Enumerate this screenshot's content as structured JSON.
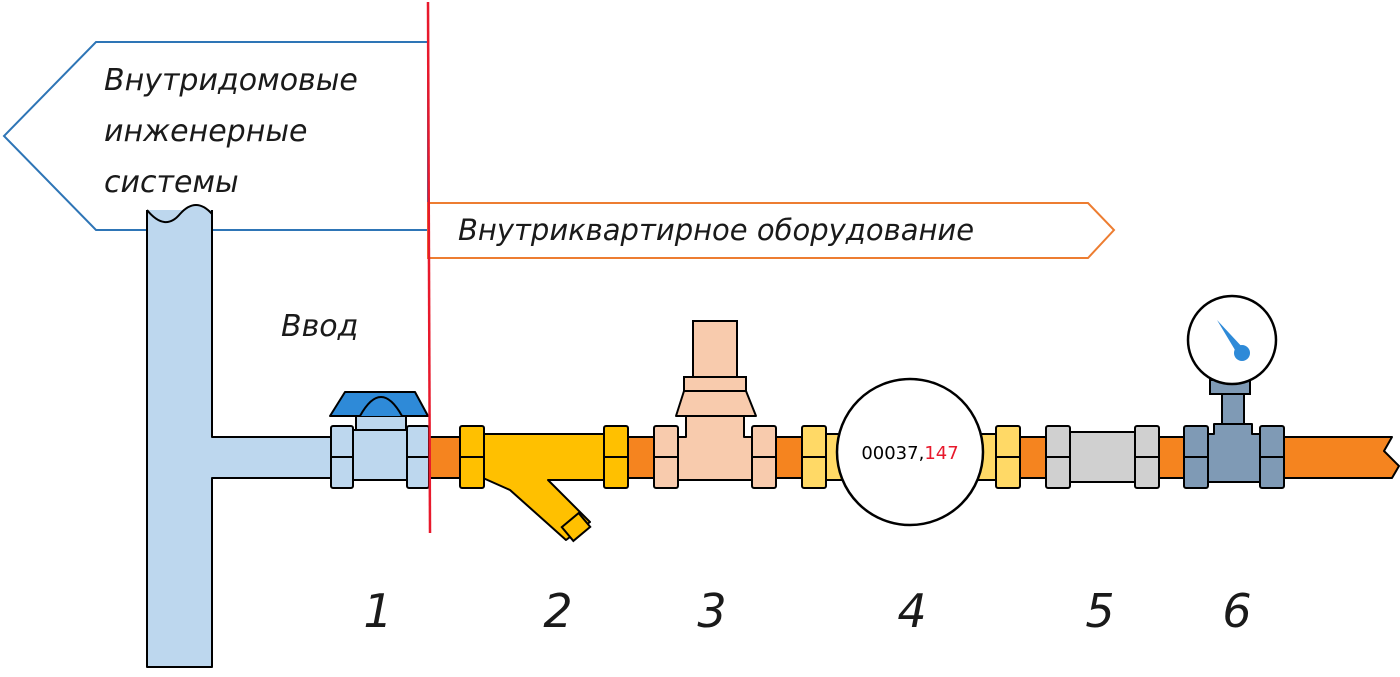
{
  "labels": {
    "building_systems_line1": "Внутридомовые",
    "building_systems_line2": "инженерные",
    "building_systems_line3": "системы",
    "apartment_equipment": "Внутриквартирное оборудование",
    "inlet": "Ввод"
  },
  "numbers": {
    "n1": "1",
    "n2": "2",
    "n3": "3",
    "n4": "4",
    "n5": "5",
    "n6": "6"
  },
  "meter": {
    "integer": "00037,",
    "fraction": "147"
  },
  "colors": {
    "blue_outline": "#2e75b6",
    "orange_outline": "#ed7d31",
    "boundary_line": "#e8192c",
    "riser": "#bdd7ee",
    "valve_handle": "#2e8ad8",
    "pipe": "#f5841f",
    "filter": "#ffc000",
    "reducer": "#f8cbad",
    "meter_union": "#ffd966",
    "check_valve": "#d0d0d0",
    "gauge_tee": "#7f9ab5",
    "gauge_needle": "#2e8ad8",
    "meter_fraction": "#e8192c"
  },
  "icons": [
    "ball-valve-icon",
    "y-strainer-icon",
    "pressure-reducer-icon",
    "water-meter-icon",
    "check-valve-icon",
    "pressure-gauge-icon"
  ]
}
